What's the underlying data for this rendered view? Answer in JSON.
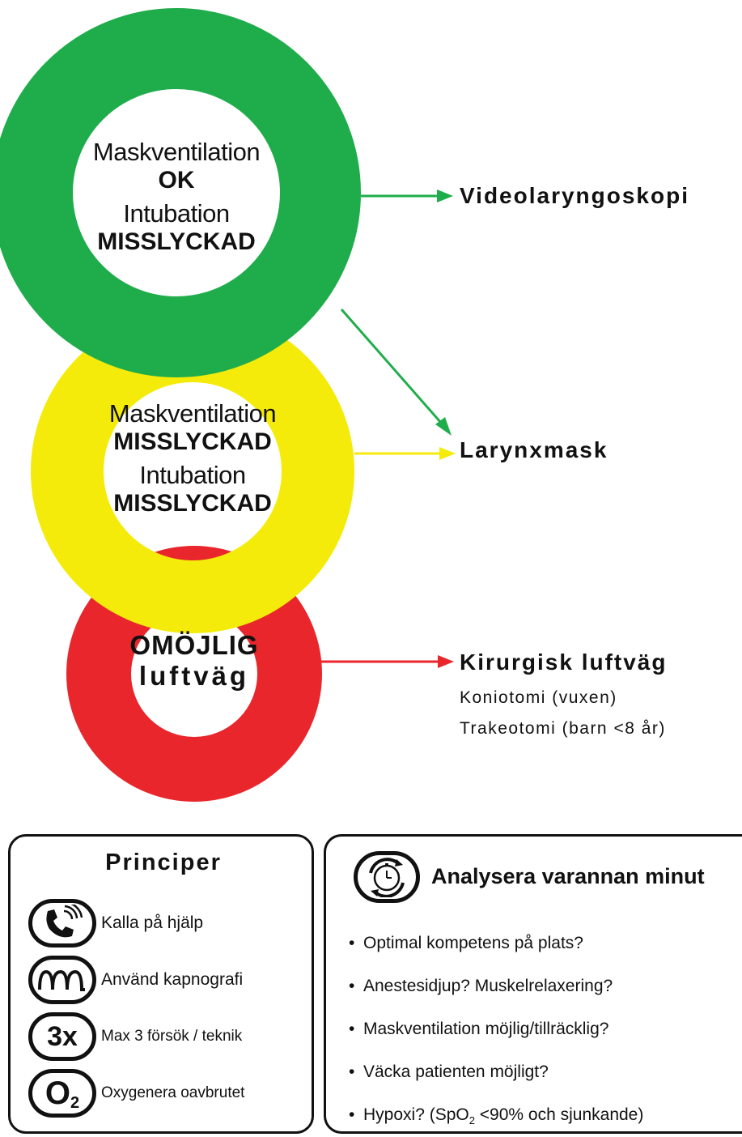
{
  "rings": {
    "green": {
      "line1": "Maskventilation",
      "line2": "OK",
      "line3": "Intubation",
      "line4": "MISSLYCKAD"
    },
    "yellow": {
      "line1": "Maskventilation",
      "line2": "MISSLYCKAD",
      "line3": "Intubation",
      "line4": "MISSLYCKAD"
    },
    "red": {
      "line1": "OMÖJLIG",
      "line2": "luftväg"
    }
  },
  "destinations": {
    "video": "Videolaryngoskopi",
    "larynx": "Larynxmask",
    "surgical": "Kirurgisk luftväg",
    "surgical_sub1": "Koniotomi (vuxen)",
    "surgical_sub2": "Trakeotomi (barn <8 år)"
  },
  "principles": {
    "title": "Principer",
    "items": [
      {
        "icon": "phone-icon",
        "label": "Kalla på hjälp"
      },
      {
        "icon": "capnography-icon",
        "label": "Använd kapnografi"
      },
      {
        "icon": "max-attempts-icon",
        "icon_text": "3x",
        "label": "Max 3 försök / teknik"
      },
      {
        "icon": "oxygen-icon",
        "icon_text": "O",
        "icon_sub": "2",
        "label": "Oxygenera oavbrutet"
      }
    ]
  },
  "analysis": {
    "title": "Analysera varannan minut",
    "items": [
      "Optimal kompetens på plats?",
      "Anestesidjup? Muskelrelaxering?",
      "Maskventilation möjlig/tillräcklig?",
      "Väcka patienten möjligt?"
    ],
    "last_item_pre": "Hypoxi? (SpO",
    "last_item_sub": "2",
    "last_item_post": " <90% och sjunkande)"
  },
  "colors": {
    "green": "#1fad4b",
    "yellow": "#f5eb0a",
    "red": "#e8262c"
  }
}
